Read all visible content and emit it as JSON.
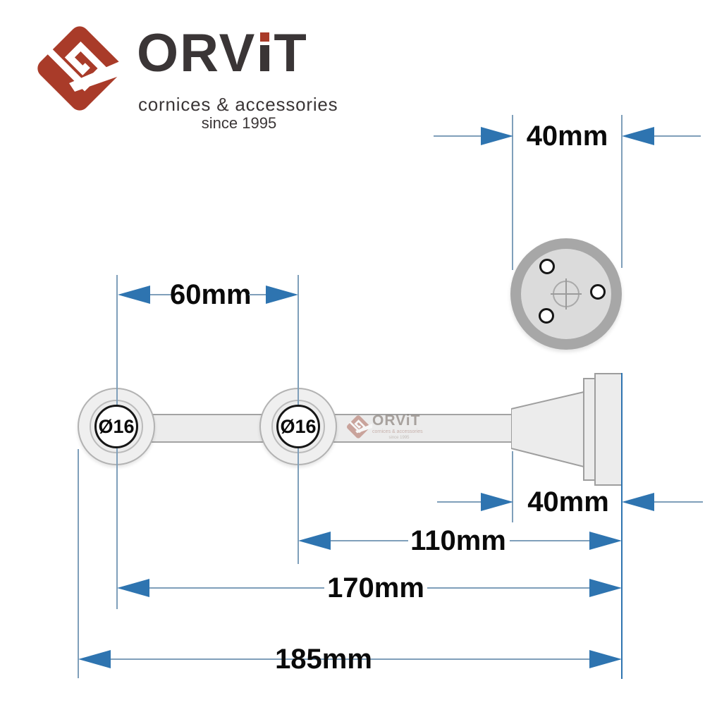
{
  "brand": {
    "name_left": "ORV",
    "name_right": "T",
    "name_full": "ORViT",
    "tagline": "cornices & accessories",
    "since": "since 1995"
  },
  "drawing": {
    "type": "product-dimension-drawing",
    "views": {
      "top_view": "circular wall plate with 3 screw holes and center cross",
      "side_view": "double curtain-rod bracket with two ring holders, cone stem and wall plate"
    },
    "ring_labels": [
      "Ø16",
      "Ø16"
    ],
    "dimensions": {
      "plate_width_top": "40mm",
      "ring_spacing": "60mm",
      "plate_width_side": "40mm",
      "second_ring_to_wall": "110mm",
      "first_ring_to_wall": "170mm",
      "total_length": "185mm"
    }
  },
  "colors": {
    "arrow_blue": "#2e74b0",
    "dim_line_blue": "#7f9fba",
    "logo_red": "#a93b29",
    "logo_dark": "#3a3536",
    "part_fill": "#ececec",
    "part_stroke": "#9e9e9e",
    "top_ring_gray": "#a7a7a7",
    "top_inner_gray": "#dbdbdb"
  }
}
